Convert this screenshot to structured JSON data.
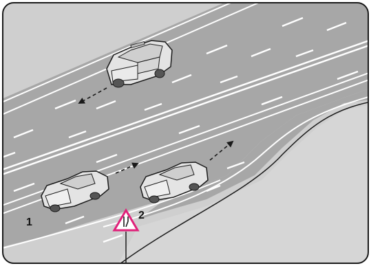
{
  "scene": {
    "colors": {
      "road": "#a7a7a7",
      "verge": "#cfcfcf",
      "marking": "#ffffff",
      "outline": "#1a1a1a",
      "car_body": "#e4e4e4",
      "sign_border": "#e0217a"
    },
    "cars": [
      {
        "label": "1",
        "kind": "sedan",
        "motion": "forward-right"
      },
      {
        "label": "2",
        "kind": "sedan",
        "motion": "forward-right-diverging"
      },
      {
        "label": "",
        "kind": "suv",
        "motion": "oncoming-left"
      }
    ],
    "sign": {
      "icon": "road-narrows-warning-icon",
      "shape": "triangle"
    }
  }
}
